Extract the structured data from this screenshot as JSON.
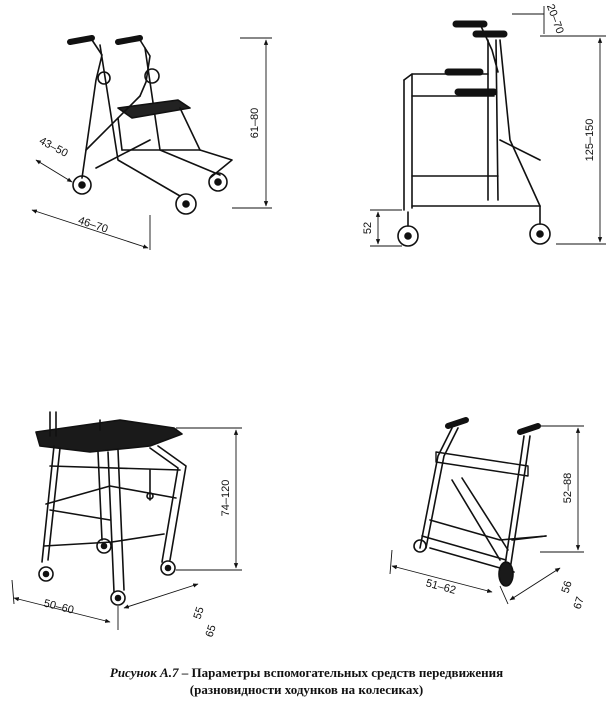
{
  "walker1": {
    "dim_height": "61–80",
    "dim_depth": "43–50",
    "dim_width": "46–70"
  },
  "walker2": {
    "dim_height": "125–150",
    "dim_handle": "20–70",
    "dim_seat": "52"
  },
  "walker3": {
    "dim_height": "74–120",
    "dim_width": "50–60",
    "dim_depth_a": "55",
    "dim_depth_b": "65"
  },
  "walker4": {
    "dim_height": "52–88",
    "dim_width": "51–62",
    "dim_depth_a": "56",
    "dim_depth_b": "67"
  },
  "caption": {
    "label": "Рисунок А.7",
    "title": " – Параметры вспомогательных средств передвижения",
    "subtitle": "(разновидности ходунков на колесиках)"
  }
}
